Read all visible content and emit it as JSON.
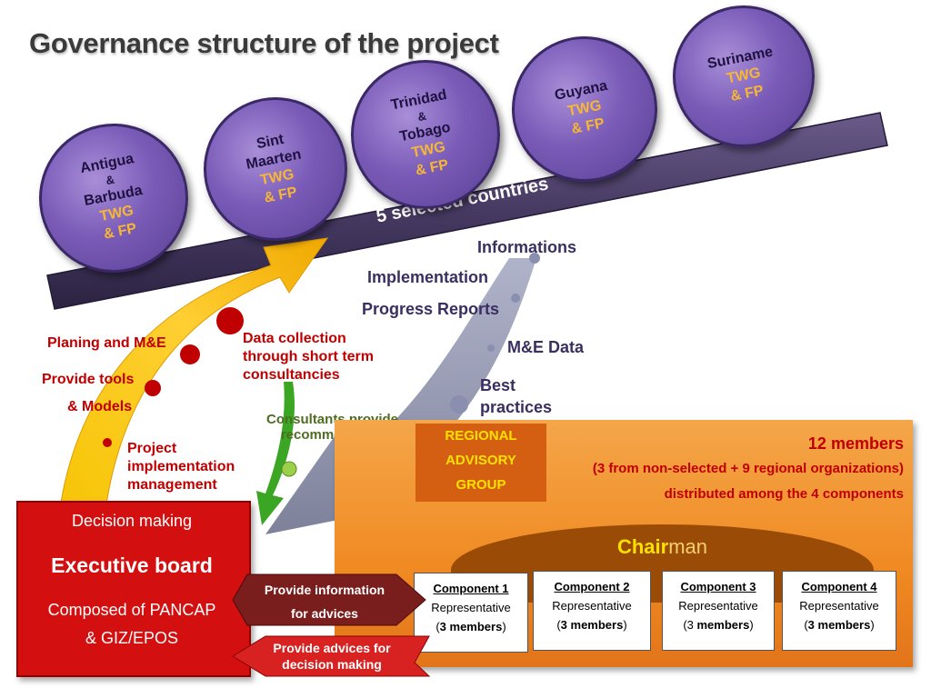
{
  "title": "Governance structure of the project",
  "countries": [
    {
      "lines": [
        "Antigua",
        "&",
        "Barbuda"
      ],
      "twg": "TWG",
      "fp": "& FP"
    },
    {
      "lines": [
        "Sint",
        "Maarten"
      ],
      "twg": "TWG",
      "fp": "& FP"
    },
    {
      "lines": [
        "Trinidad",
        "&",
        "Tobago"
      ],
      "twg": "TWG",
      "fp": "& FP"
    },
    {
      "lines": [
        "Guyana"
      ],
      "twg": "TWG",
      "fp": "& FP"
    },
    {
      "lines": [
        "Suriname"
      ],
      "twg": "TWG",
      "fp": "& FP"
    }
  ],
  "bar_label": "5 selected countries",
  "flow_labels": [
    "Informations",
    "Implementation",
    "Progress Reports",
    "M&E Data",
    "Best practices"
  ],
  "left_labels": {
    "planing": "Planing and M&E",
    "tools_1": "Provide tools",
    "tools_2": "& Models",
    "project_mgmt": "Project implementation management",
    "data_collection": "Data collection through short term consultancies",
    "consultants": "Consultants provide recommendations"
  },
  "regional_advisory": {
    "lines": [
      "REGIONAL",
      "ADVISORY",
      "GROUP"
    ],
    "members_title": "12 members",
    "members_detail": "(3 from non-selected + 9 regional organizations)",
    "members_dist": "distributed among the 4 components",
    "chair_bold": "Chair",
    "chair_rest": "man"
  },
  "components": [
    {
      "title": "Component  1",
      "rep": "Representative",
      "open": "(",
      "count": "3 members",
      "close": ")"
    },
    {
      "title": "Component  2",
      "rep": "Representative",
      "open": "(",
      "count": "3 members",
      "close": ")"
    },
    {
      "title": "Component  3",
      "rep": "Representative",
      "open": "(3 ",
      "count": "members",
      "close": ")"
    },
    {
      "title": "Component  4",
      "rep": "Representative",
      "open": "(",
      "count": "3 members",
      "close": ")"
    }
  ],
  "executive": {
    "decision": "Decision making",
    "board": "Executive board",
    "composed_1": "Composed of PANCAP",
    "composed_2": "& GIZ/EPOS"
  },
  "arrows": {
    "info_1": "Provide information",
    "info_2": "for advices",
    "advice_1": "Provide advices for",
    "advice_2": "decision making"
  },
  "colors": {
    "circle": "#7a5cb8",
    "twg": "#f7b733",
    "bar": "#4a3d66",
    "orange": "#f08a22",
    "red": "#d30f0f",
    "green_arrow": "#3aa623",
    "yellow_arrow": "#f5b700"
  }
}
